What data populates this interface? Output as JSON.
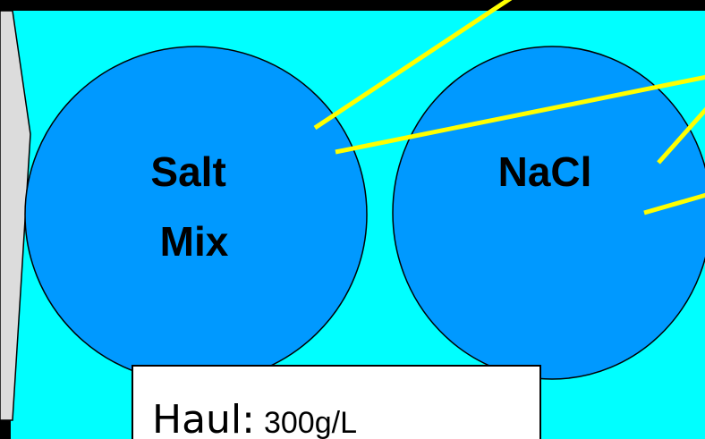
{
  "diagram": {
    "circles": [
      {
        "id": "salt-mix",
        "label_lines": [
          "Salt",
          "Mix"
        ]
      },
      {
        "id": "nacl",
        "label_lines": [
          "NaCl"
        ]
      }
    ],
    "note": {
      "prefix": "Haul:",
      "value": "300g/L"
    }
  },
  "colors": {
    "frame": "#000000",
    "background": "#00ffff",
    "circle_fill": "#0099ff",
    "circle_stroke": "#000000",
    "connector_line": "#ffff00",
    "side_arrow_fill": "#dcdcdc",
    "note_fill": "#ffffff",
    "text": "#000000"
  }
}
